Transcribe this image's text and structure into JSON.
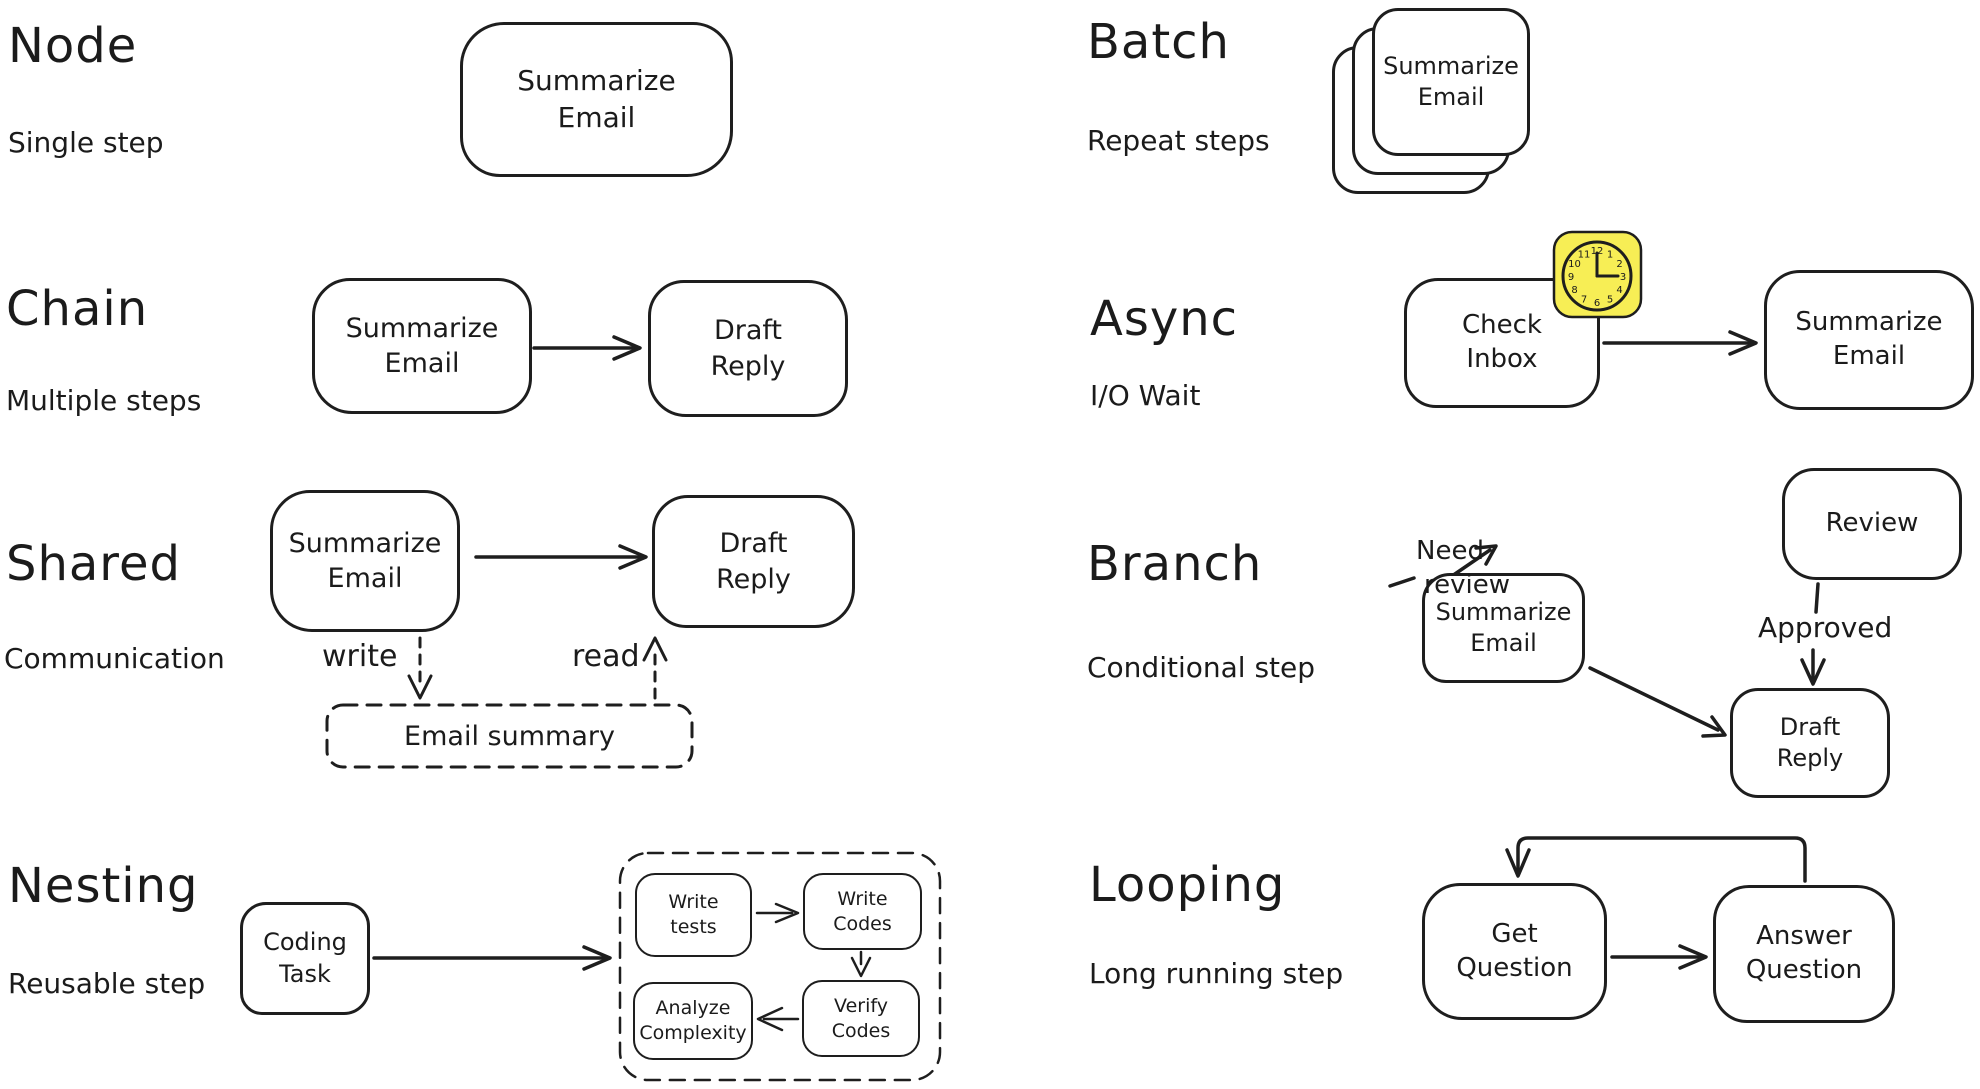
{
  "colors": {
    "ink": "#1e1e1e",
    "text": "#1b1b1b",
    "clock_yellow": "#f7ee55"
  },
  "sections": {
    "node": {
      "title": "Node",
      "subtitle": "Single step",
      "box1": "Summarize Email"
    },
    "chain": {
      "title": "Chain",
      "subtitle": "Multiple steps",
      "box1": "Summarize Email",
      "box2": "Draft Reply"
    },
    "shared": {
      "title": "Shared",
      "subtitle": "Communication",
      "box1": "Summarize Email",
      "box2": "Draft Reply",
      "write_label": "write",
      "read_label": "read",
      "store_label": "Email summary"
    },
    "nesting": {
      "title": "Nesting",
      "subtitle": "Reusable step",
      "box1": "Coding Task",
      "inner_box1": "Write tests",
      "inner_box2": "Write Codes",
      "inner_box3": "Analyze Complexity",
      "inner_box4": "Verify Codes"
    },
    "batch": {
      "title": "Batch",
      "subtitle": "Repeat steps",
      "box1": "Summarize Email"
    },
    "async": {
      "title": "Async",
      "subtitle": "I/O Wait",
      "box1": "Check Inbox",
      "box2": "Summarize Email",
      "clock_numbers": [
        "12",
        "1",
        "2",
        "3",
        "4",
        "5",
        "6",
        "7",
        "8",
        "9",
        "10",
        "11"
      ]
    },
    "branch": {
      "title": "Branch",
      "subtitle": "Conditional step",
      "box1": "Summarize Email",
      "box_review": "Review",
      "box2": "Draft Reply",
      "label_need_line1": "Need",
      "label_need_line2": "review",
      "label_approved": "Approved"
    },
    "looping": {
      "title": "Looping",
      "subtitle": "Long running step",
      "box1": "Get Question",
      "box2": "Answer Question"
    }
  }
}
